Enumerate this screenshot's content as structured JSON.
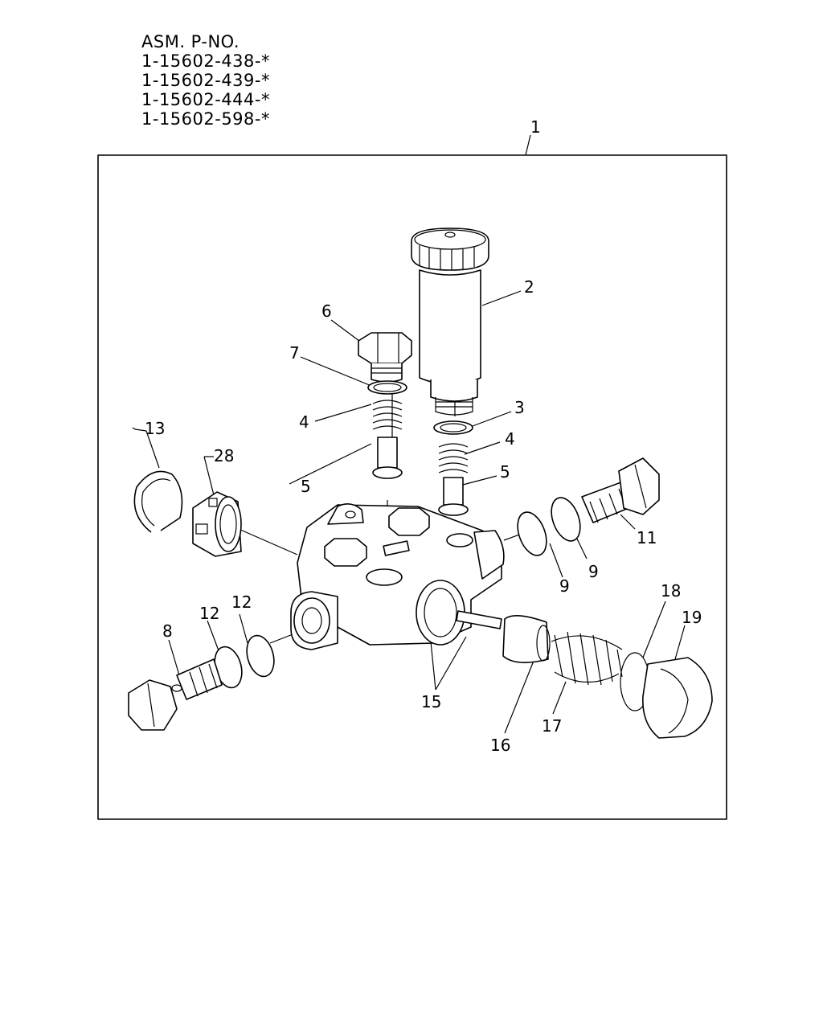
{
  "assembly": {
    "title": "ASM. P-NO.",
    "part_numbers": [
      "1-15602-438-*",
      "1-15602-439-*",
      "1-15602-444-*",
      "1-15602-598-*"
    ]
  },
  "callouts": [
    "1",
    "2",
    "3",
    "4",
    "4",
    "5",
    "5",
    "6",
    "7",
    "8",
    "9",
    "9",
    "11",
    "12",
    "12",
    "13",
    "15",
    "16",
    "17",
    "18",
    "19",
    "28"
  ]
}
